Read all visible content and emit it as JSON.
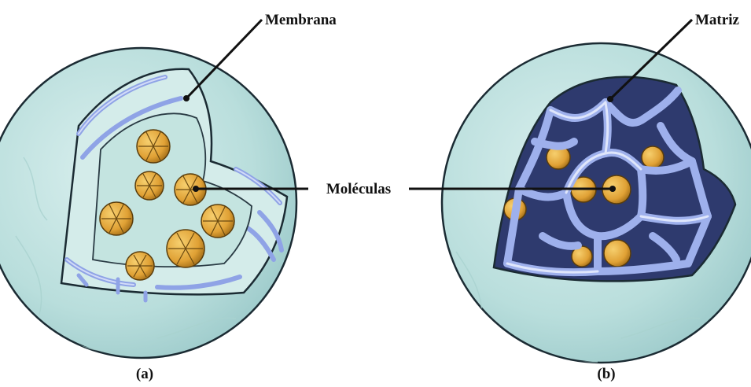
{
  "labels": {
    "membrana": "Membrana",
    "matriz": "Matriz",
    "moleculas": "Moléculas"
  },
  "captions": {
    "a": "(a)",
    "b": "(b)"
  },
  "colors": {
    "shell_fill": "#bfe3e1",
    "shell_stroke": "#1b2b33",
    "interior": "#d9efec",
    "fiber": "#8fa3e6",
    "fiber_light": "#c9d3f7",
    "molecule": "#e6a93a",
    "molecule_dark": "#b37a1c",
    "leader": "#111111"
  }
}
